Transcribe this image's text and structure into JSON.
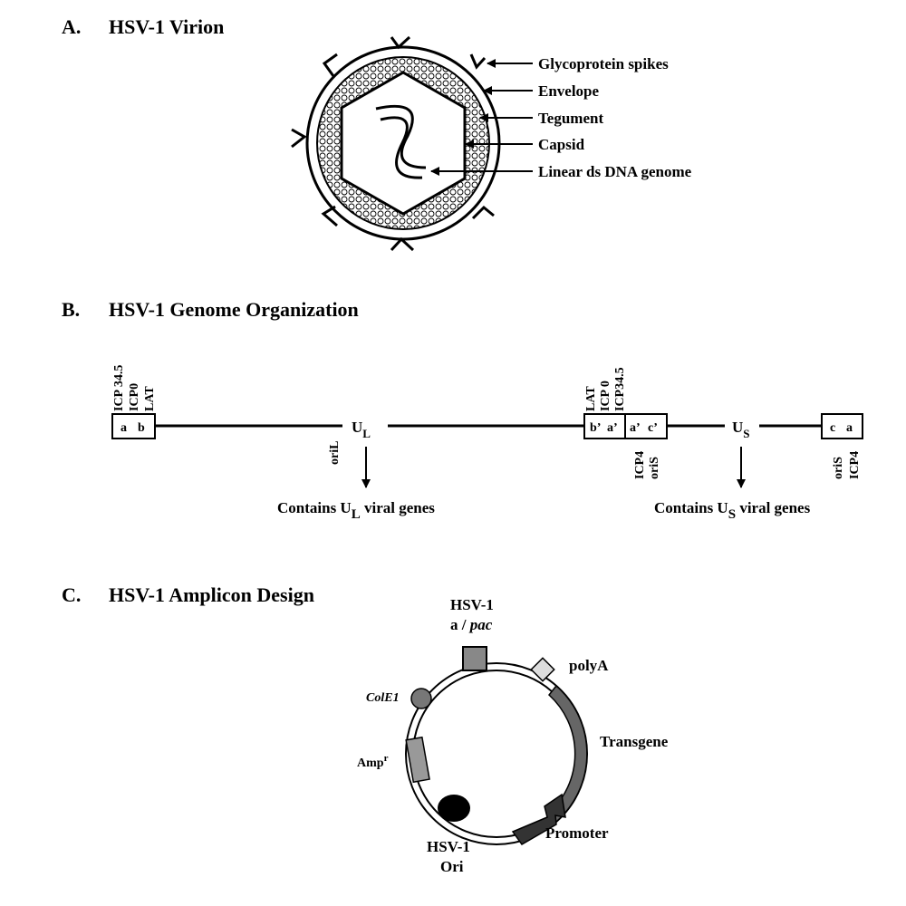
{
  "panel_a": {
    "letter": "A.",
    "title": "HSV-1 Virion",
    "labels": {
      "spikes": "Glycoprotein spikes",
      "envelope": "Envelope",
      "tegument": "Tegument",
      "capsid": "Capsid",
      "genome": "Linear ds DNA genome"
    }
  },
  "panel_b": {
    "letter": "B.",
    "title": "HSV-1 Genome Organization",
    "box_left": {
      "a": "a",
      "b": "b"
    },
    "box_left_labels": [
      "ICP 34.5",
      "ICP0",
      "LAT"
    ],
    "box_mid_left": {
      "b": "b’",
      "a": "a’"
    },
    "box_mid_right": {
      "a": "a’",
      "c": "c’"
    },
    "box_mid_labels_top": [
      "LAT",
      "ICP 0",
      "ICP34.5"
    ],
    "box_mid_labels_bottom": [
      "ICP4",
      "oriS"
    ],
    "box_right": {
      "c": "c",
      "a": "a"
    },
    "box_right_labels": [
      "oriS",
      "ICP4"
    ],
    "ul": {
      "main": "U",
      "sub": "L"
    },
    "us": {
      "main": "U",
      "sub": "S"
    },
    "oril": "oriL",
    "contains_ul": {
      "pre": "Contains U",
      "sub": "L",
      "post": " viral genes"
    },
    "contains_us": {
      "pre": "Contains U",
      "sub": "S",
      "post": " viral genes"
    }
  },
  "panel_c": {
    "letter": "C.",
    "title": "HSV-1 Amplicon Design",
    "pac_line1": "HSV-1",
    "pac_line2_pre": "a / ",
    "pac_line2_it": "pac",
    "polya": "polyA",
    "transgene": "Transgene",
    "promoter": "Promoter",
    "ori_line1": "HSV-1",
    "ori_line2": "Ori",
    "amp": "Amp",
    "amp_sup": "r",
    "cole1": "ColE1"
  }
}
